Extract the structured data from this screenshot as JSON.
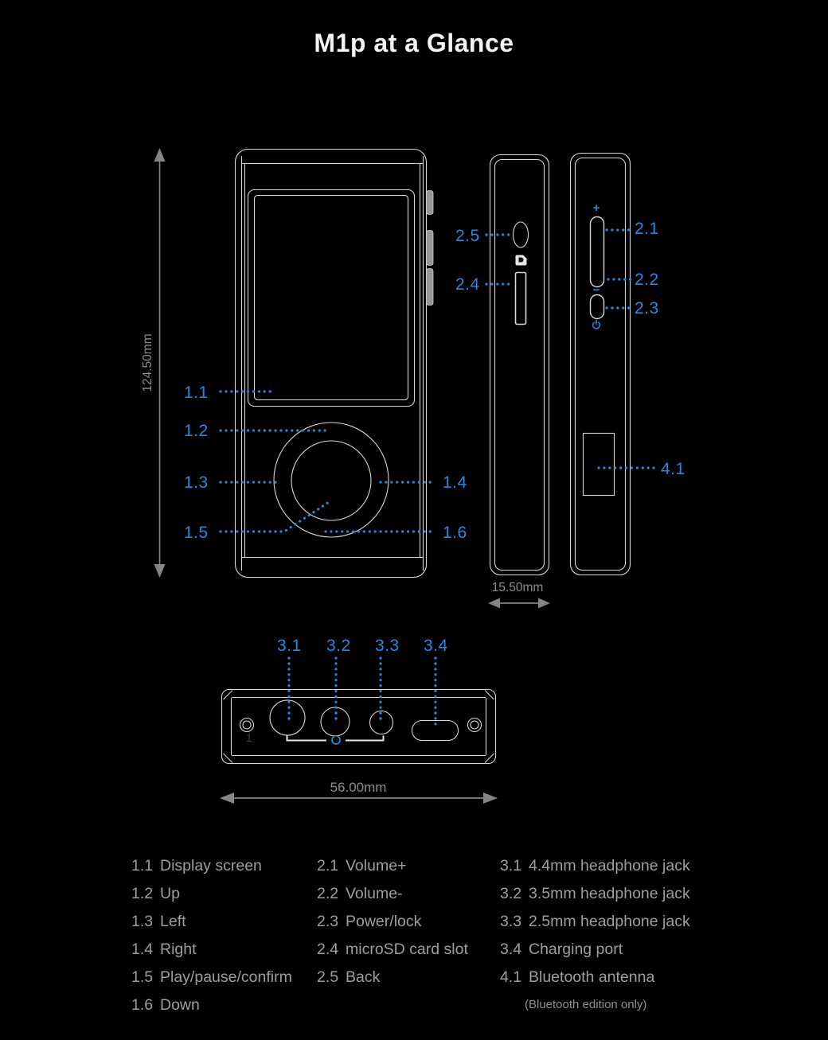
{
  "title": "M1p at a Glance",
  "colors": {
    "background": "#000000",
    "accent_blue": "#2389dd",
    "line_art": "#d7d7d7",
    "legend_text": "#9e9e9e",
    "dimension_text": "#8d8d8d"
  },
  "dimensions": {
    "height": "124.50mm",
    "depth": "15.50mm",
    "width": "56.00mm"
  },
  "callouts": {
    "c1_1": "1.1",
    "c1_2": "1.2",
    "c1_3": "1.3",
    "c1_4": "1.4",
    "c1_5": "1.5",
    "c1_6": "1.6",
    "c2_1": "2.1",
    "c2_2": "2.2",
    "c2_3": "2.3",
    "c2_4": "2.4",
    "c2_5": "2.5",
    "c3_1": "3.1",
    "c3_2": "3.2",
    "c3_3": "3.3",
    "c3_4": "3.4",
    "c4_1": "4.1"
  },
  "device_marks": {
    "volume_plus": "+",
    "volume_minus": "−",
    "bottom_mark": "1"
  },
  "legend": {
    "col1": [
      {
        "num": "1.1",
        "label": "Display screen"
      },
      {
        "num": "1.2",
        "label": "Up"
      },
      {
        "num": "1.3",
        "label": "Left"
      },
      {
        "num": "1.4",
        "label": "Right"
      },
      {
        "num": "1.5",
        "label": "Play/pause/confirm"
      },
      {
        "num": "1.6",
        "label": "Down"
      }
    ],
    "col2": [
      {
        "num": "2.1",
        "label": "Volume+"
      },
      {
        "num": "2.2",
        "label": "Volume-"
      },
      {
        "num": "2.3",
        "label": "Power/lock"
      },
      {
        "num": "2.4",
        "label": "microSD card slot"
      },
      {
        "num": "2.5",
        "label": "Back"
      }
    ],
    "col3": [
      {
        "num": "3.1",
        "label": "4.4mm headphone jack"
      },
      {
        "num": "3.2",
        "label": "3.5mm headphone jack"
      },
      {
        "num": "3.3",
        "label": "2.5mm headphone jack"
      },
      {
        "num": "3.4",
        "label": "Charging port"
      },
      {
        "num": "4.1",
        "label": "Bluetooth antenna"
      }
    ],
    "note": "(Bluetooth edition only)"
  }
}
